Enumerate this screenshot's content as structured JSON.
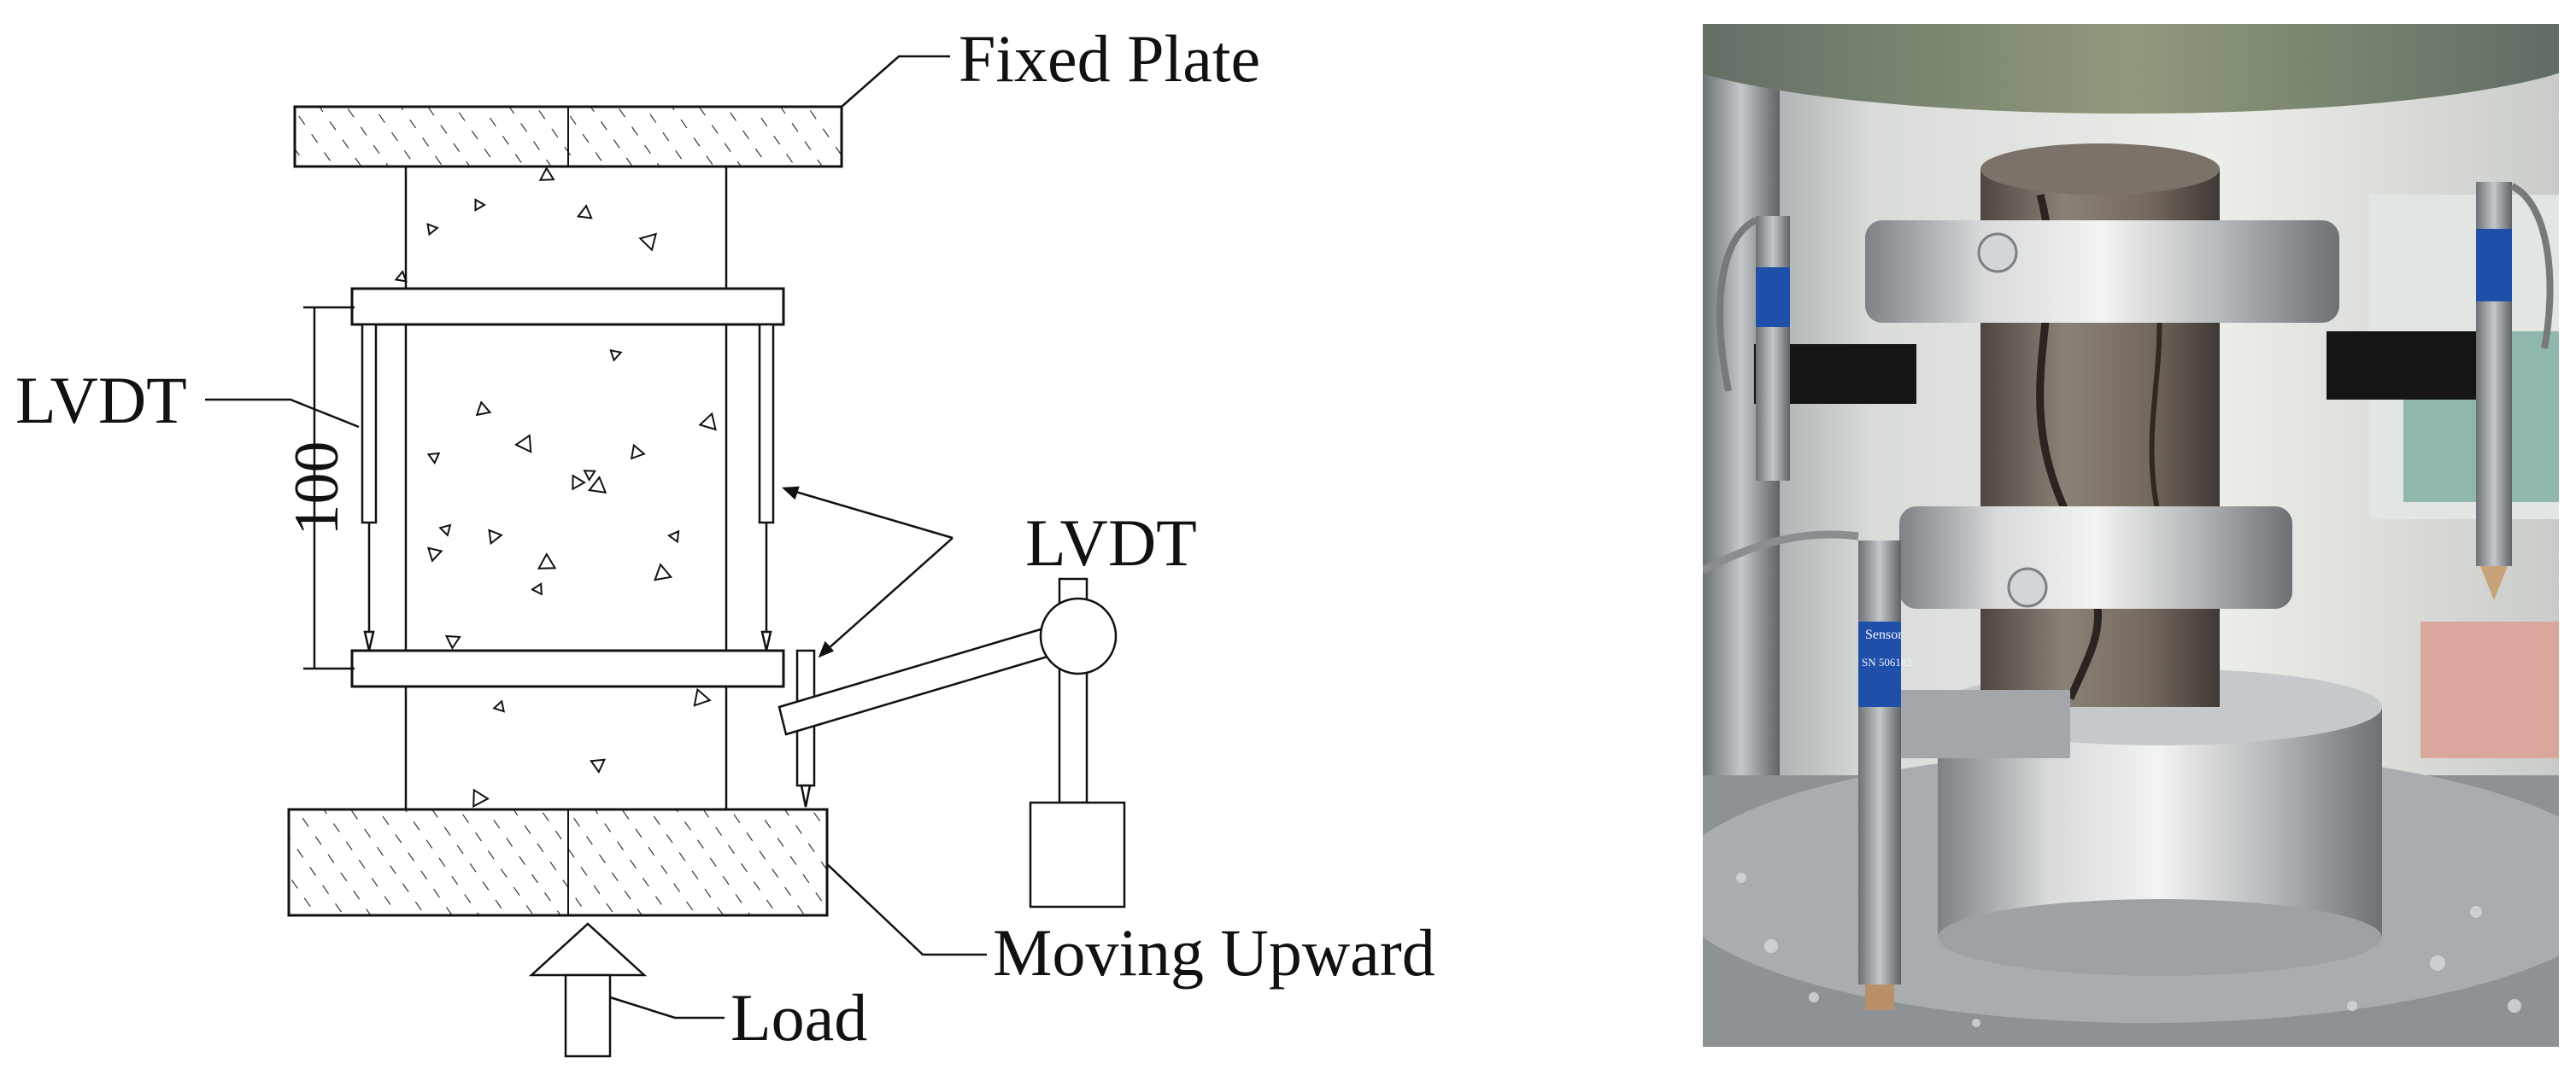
{
  "labels": {
    "fixed_plate": "Fixed Plate",
    "lvdt_left": "LVDT",
    "lvdt_right": "LVDT",
    "dimension": "100",
    "moving_upward": "Moving Upward",
    "load": "Load"
  },
  "sensor_text": {
    "brand": "Sensor",
    "serial": "SN 506182"
  },
  "colors": {
    "line": "#111111",
    "hatch": "#222222",
    "steel": "#b9bcbf",
    "specimen": "#6f6760",
    "sensor_blue": "#1f4fa8"
  }
}
